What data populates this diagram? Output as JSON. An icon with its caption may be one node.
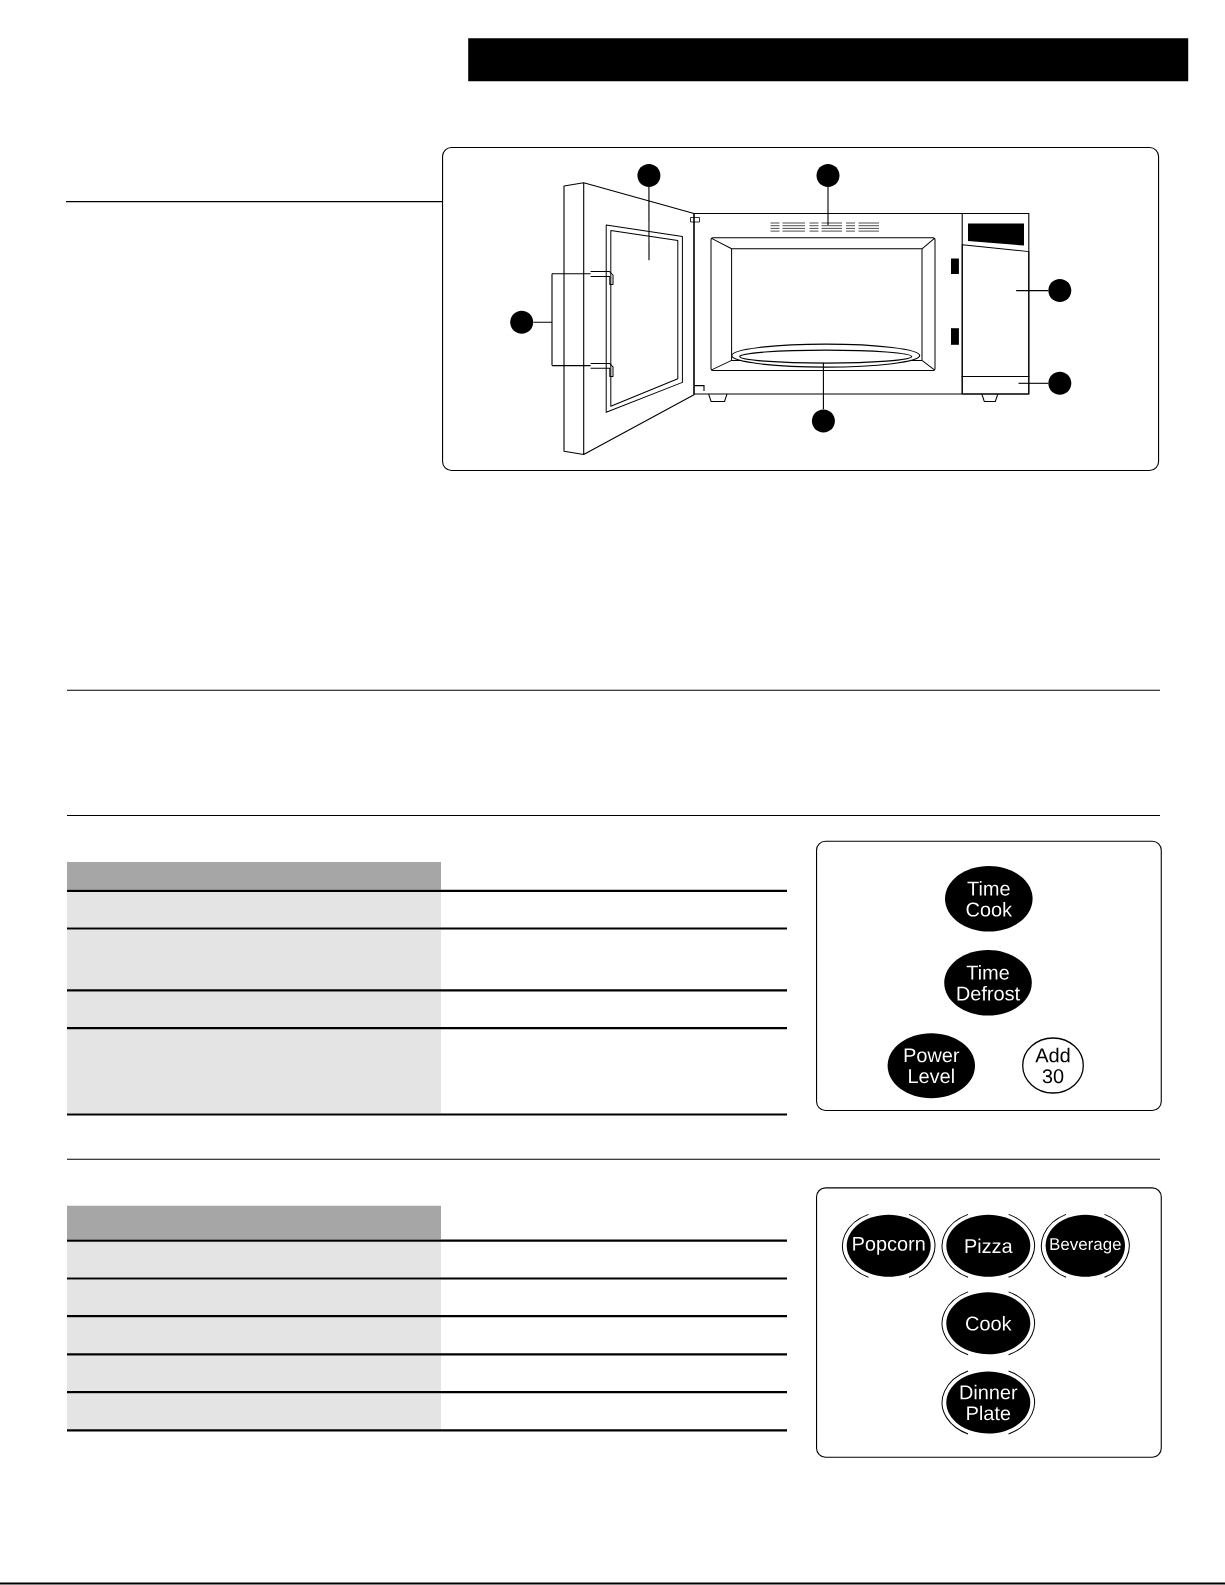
{
  "diagram": {
    "nodes": [
      {
        "text": [],
        "shape": "bar"
      },
      {
        "text": [],
        "shape": "box"
      },
      {
        "text": [],
        "shape": "circle",
        "in": 1
      },
      {
        "text": [],
        "shape": "circle",
        "in": 1
      },
      {
        "text": [],
        "shape": "circle",
        "in": 1
      },
      {
        "text": [],
        "shape": "circle",
        "in": 1
      },
      {
        "text": [],
        "shape": "circle",
        "in": 1
      },
      {
        "text": [],
        "shape": "circle",
        "in": 1
      },
      {
        "text": [],
        "shape": "picture",
        "in": 1
      },
      {
        "text": [],
        "shape": "picture",
        "in": 1
      },
      {
        "text": [],
        "shape": "picture",
        "in": 1
      },
      {
        "text": [],
        "shape": "picture",
        "in": 1
      },
      {
        "text": [],
        "shape": "picture",
        "in": 1
      },
      {
        "text": [],
        "shape": "picture",
        "in": 1
      },
      {
        "text": [],
        "shape": "picture",
        "in": 1
      },
      {
        "text": [],
        "shape": "box"
      },
      {
        "text": [
          "Time Cook"
        ],
        "in": 15
      },
      {
        "text": [
          "Time Defrost"
        ],
        "in": 15
      },
      {
        "text": [
          "Power Level"
        ],
        "in": 15
      },
      {
        "text": [
          "Add 30"
        ],
        "in": 15
      },
      {
        "text": [],
        "shape": "box"
      },
      {
        "text": [
          "Popcorn"
        ],
        "in": 20
      },
      {
        "text": [
          "Pizza"
        ],
        "in": 20
      },
      {
        "text": [
          "Beverage"
        ],
        "in": 20
      },
      {
        "text": [
          "Cook"
        ],
        "in": 20
      },
      {
        "text": [
          "Dinner Plate"
        ],
        "in": 20
      }
    ],
    "edges": [
      {
        "from": 2,
        "to": 8,
        "arrow": "none"
      },
      {
        "from": 3,
        "to": 9,
        "arrow": "none"
      },
      {
        "from": 4,
        "to": 10,
        "arrow": "none"
      },
      {
        "from": 5,
        "to": 11,
        "arrow": "none"
      },
      {
        "from": 5,
        "to": 12,
        "arrow": "none"
      },
      {
        "from": 6,
        "to": 14,
        "arrow": "none"
      },
      {
        "from": 7,
        "to": 13,
        "arrow": "none"
      }
    ]
  }
}
